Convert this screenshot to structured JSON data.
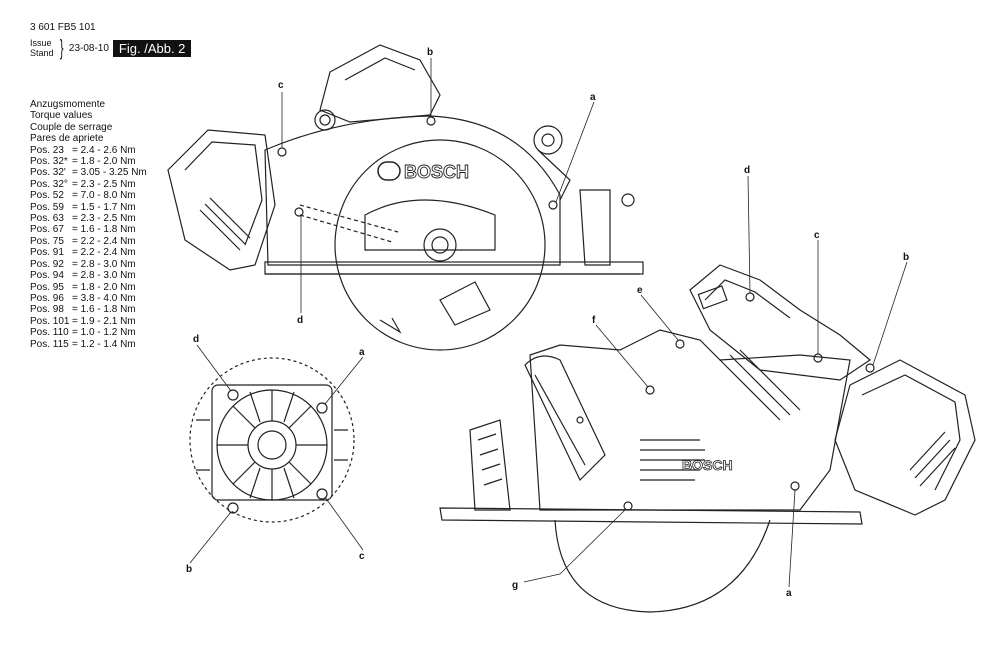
{
  "header": {
    "part_number": "3 601 FB5 101",
    "issue_label": "Issue",
    "stand_label": "Stand",
    "date": "23-08-10",
    "figure": "Fig. /Abb. 2"
  },
  "torque_titles": [
    "Anzugsmomente",
    "Torque values",
    "Couple de serrage",
    "Pares de apriete"
  ],
  "torque_values": [
    {
      "pos": "Pos. 23",
      "value": "= 2.4 - 2.6 Nm"
    },
    {
      "pos": "Pos. 32*",
      "value": "= 1.8 - 2.0 Nm"
    },
    {
      "pos": "Pos. 32'",
      "value": "= 3.05 - 3.25 Nm"
    },
    {
      "pos": "Pos. 32°",
      "value": "= 2.3 - 2.5 Nm"
    },
    {
      "pos": "Pos. 52",
      "value": "= 7.0 - 8.0 Nm"
    },
    {
      "pos": "Pos. 59",
      "value": "= 1.5 - 1.7 Nm"
    },
    {
      "pos": "Pos. 63",
      "value": "= 2.3 - 2.5 Nm"
    },
    {
      "pos": "Pos. 67",
      "value": "= 1.6 - 1.8 Nm"
    },
    {
      "pos": "Pos. 75",
      "value": "= 2.2 - 2.4 Nm"
    },
    {
      "pos": "Pos. 91",
      "value": "= 2.2 - 2.4 Nm"
    },
    {
      "pos": "Pos. 92",
      "value": "= 2.8 - 3.0 Nm"
    },
    {
      "pos": "Pos. 94",
      "value": "= 2.8 - 3.0 Nm"
    },
    {
      "pos": "Pos. 95",
      "value": "= 1.8 - 2.0 Nm"
    },
    {
      "pos": "Pos. 96",
      "value": "= 3.8 - 4.0 Nm"
    },
    {
      "pos": "Pos. 98",
      "value": "= 1.6 - 1.8 Nm"
    },
    {
      "pos": "Pos. 101",
      "value": "= 1.9 - 2.1 Nm"
    },
    {
      "pos": "Pos. 110",
      "value": "= 1.0 - 1.2 Nm"
    },
    {
      "pos": "Pos. 115",
      "value": "= 1.2 - 1.4 Nm"
    }
  ],
  "brand_text": "BOSCH",
  "callouts": {
    "a": "a",
    "b": "b",
    "c": "c",
    "d": "d",
    "e": "e",
    "f": "f",
    "g": "g"
  }
}
